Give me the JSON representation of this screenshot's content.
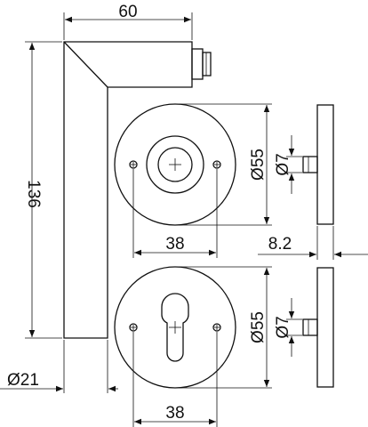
{
  "dimensions": {
    "handle_length": "60",
    "handle_height": "136",
    "handle_diameter": "Ø21",
    "rose_diameter_top": "Ø55",
    "spindle_diameter_top": "Ø7",
    "screw_spacing_top": "38",
    "rose_thickness": "8.2",
    "rose_diameter_bottom": "Ø55",
    "spindle_diameter_bottom": "Ø7",
    "screw_spacing_bottom": "38"
  },
  "colors": {
    "ink": "#111111",
    "background": "#ffffff"
  }
}
